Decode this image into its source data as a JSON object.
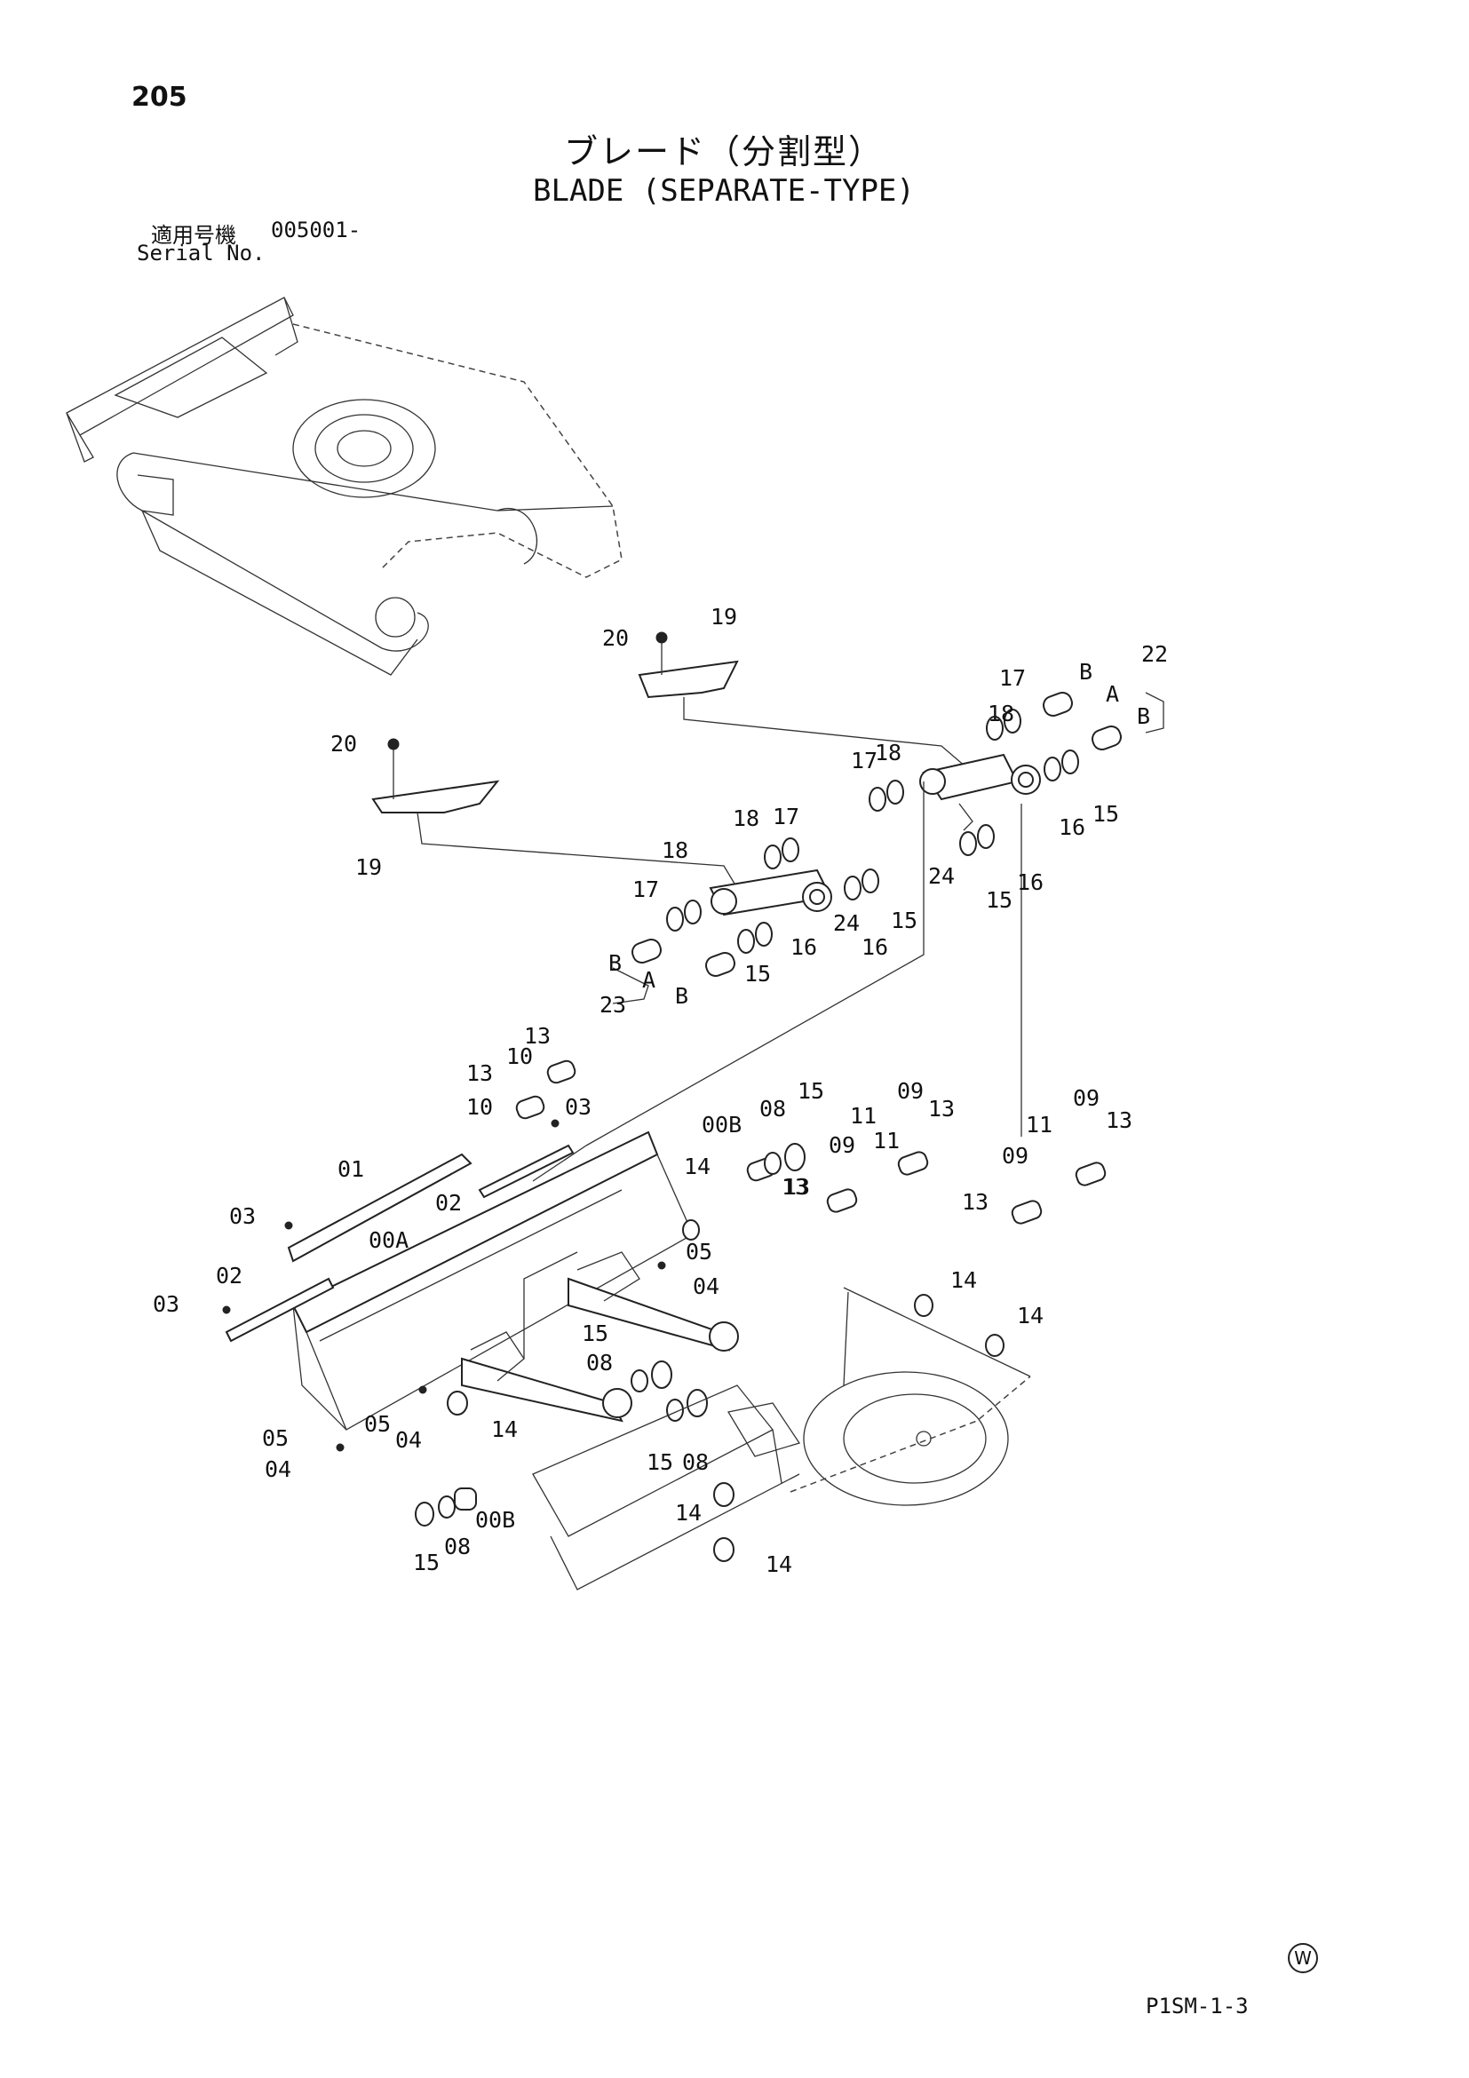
{
  "page_number": "205",
  "title_jp": "ブレード（分割型）",
  "title_en": "BLADE (SEPARATE-TYPE)",
  "serial": {
    "label_jp": "適用号機",
    "value": "005001-",
    "label_en": "Serial No."
  },
  "footer": {
    "mark": "W",
    "code": "P1SM-1-3"
  },
  "callouts": [
    "20",
    "19",
    "20",
    "19",
    "17",
    "18",
    "22",
    "B",
    "A",
    "B",
    "17",
    "18",
    "16",
    "15",
    "24",
    "16",
    "15",
    "18",
    "17",
    "18",
    "17",
    "24",
    "16",
    "15",
    "16",
    "15",
    "B",
    "A",
    "B",
    "23",
    "13",
    "10",
    "13",
    "10",
    "03",
    "15",
    "00B",
    "08",
    "09",
    "13",
    "11",
    "11",
    "09",
    "13",
    "09",
    "11",
    "09",
    "13",
    "01",
    "14",
    "13",
    "13",
    "02",
    "03",
    "00A",
    "05",
    "04",
    "02",
    "03",
    "15",
    "08",
    "14",
    "14",
    "05",
    "04",
    "14",
    "05",
    "04",
    "15",
    "08",
    "14",
    "14",
    "15",
    "08",
    "00B"
  ]
}
